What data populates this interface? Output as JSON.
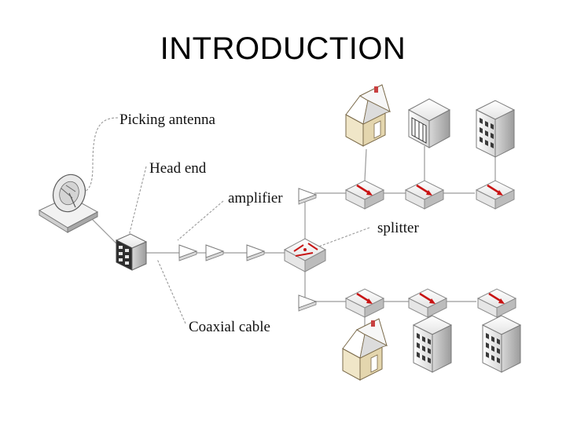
{
  "page": {
    "title": "INTRODUCTION"
  },
  "diagram": {
    "labels": {
      "picking_antenna": "Picking antenna",
      "head_end": "Head end",
      "amplifier": "amplifier",
      "splitter": "splitter",
      "coaxial_cable": "Coaxial cable"
    }
  },
  "colors": {
    "arrow_red": "#c81414",
    "house_wall": "#f0e6c8",
    "house_roof": "#ffffff",
    "box_light": "#f2f2f2",
    "box_side": "#cfcfcf",
    "line": "#9a9a9a"
  }
}
